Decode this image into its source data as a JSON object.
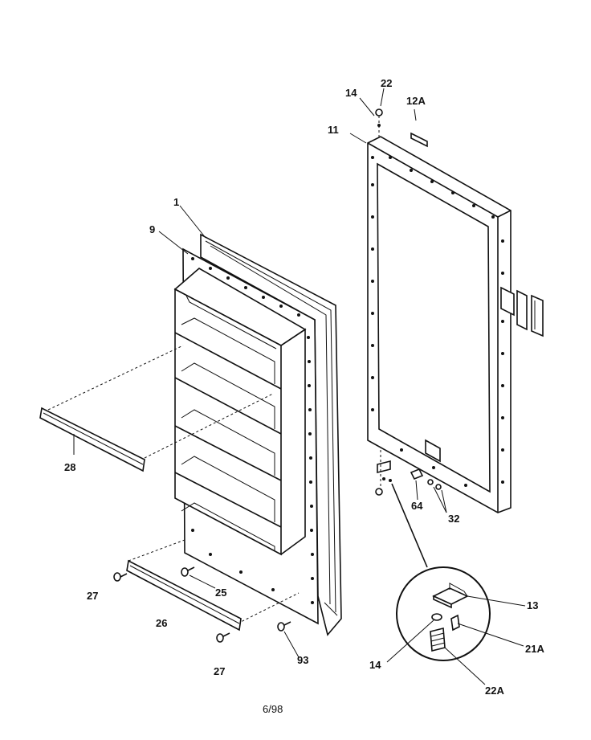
{
  "diagram": {
    "footer": "6/98",
    "callouts": {
      "c1": "1",
      "c9": "9",
      "c28": "28",
      "c27a": "27",
      "c25": "25",
      "c26": "26",
      "c27b": "27",
      "c93": "93",
      "c22": "22",
      "c14a": "14",
      "c12a": "12A",
      "c11": "11",
      "c64": "64",
      "c32": "32",
      "c13": "13",
      "c21a": "21A",
      "c14b": "14",
      "c22a": "22A"
    }
  }
}
